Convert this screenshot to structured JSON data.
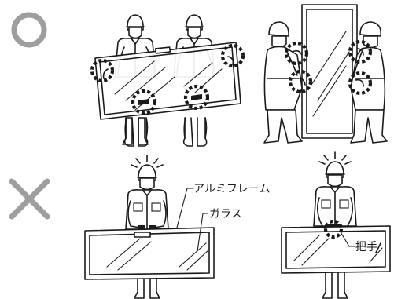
{
  "labels": {
    "aluminum_frame": "アルミフレーム",
    "glass": "ガラス",
    "handle": "把手"
  },
  "colors": {
    "ok_symbol": "#9e9e9e",
    "ng_symbol": "#9e9e9e",
    "line": "#1a1a1a"
  },
  "icons": {
    "ok": "circle-mark-icon",
    "ng": "cross-mark-icon"
  }
}
